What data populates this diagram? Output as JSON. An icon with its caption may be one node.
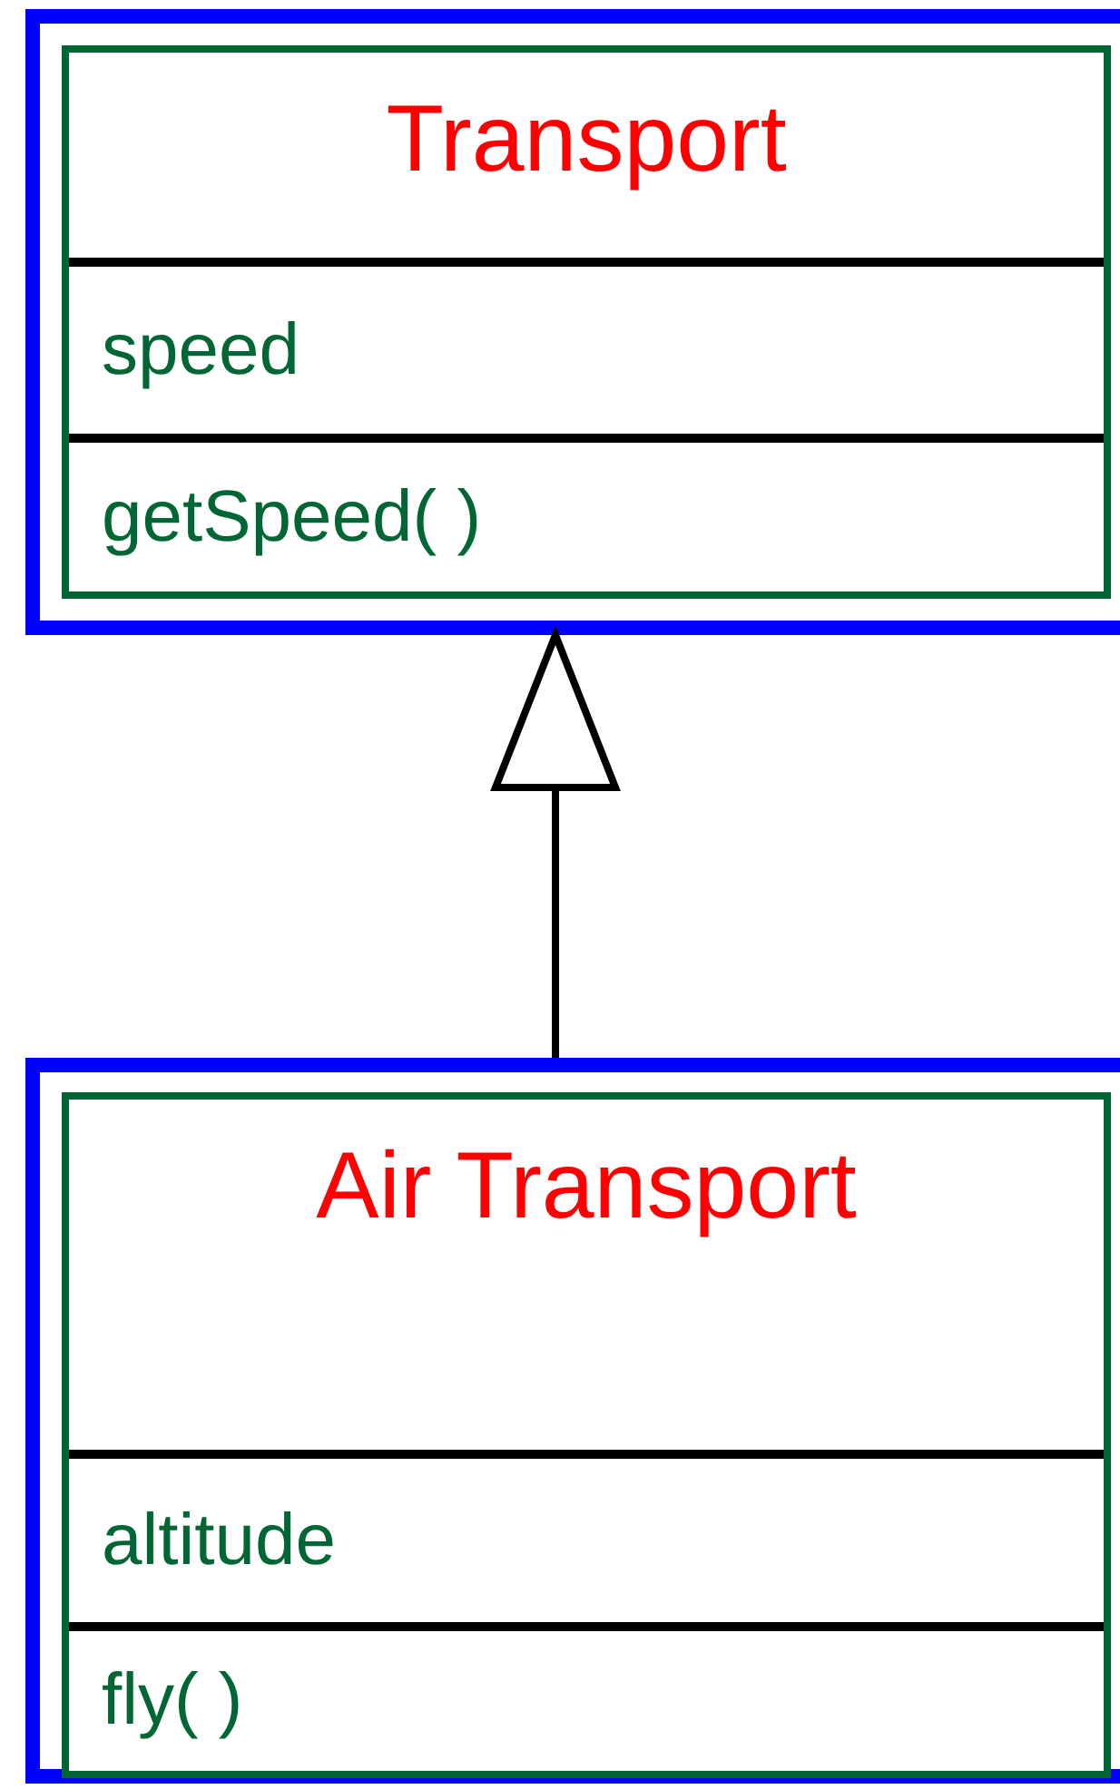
{
  "diagram": {
    "nodes": [
      {
        "text": [
          "Transport",
          "speed",
          "getSpeed( )"
        ]
      },
      {
        "text": [
          "Air Transport",
          "altitude",
          "fly( )"
        ]
      }
    ],
    "edges": [
      {
        "from": 1,
        "to": 0,
        "arrow": "to"
      }
    ]
  }
}
